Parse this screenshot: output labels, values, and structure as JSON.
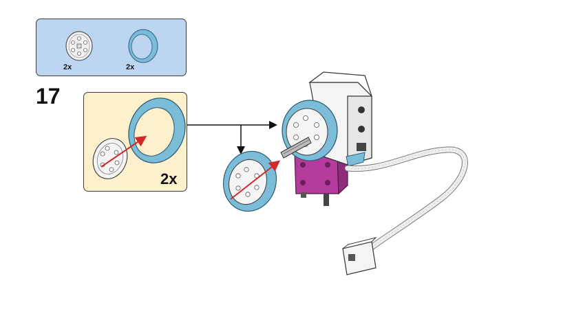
{
  "step": {
    "number": "17"
  },
  "parts_list": [
    {
      "part": "wheel-hub-icon",
      "quantity": "2x"
    },
    {
      "part": "tire-ring-icon",
      "quantity": "2x"
    }
  ],
  "submodel": {
    "quantity": "2x"
  },
  "colors": {
    "parts_box_bg": "#bcd6f2",
    "submodel_box_bg": "#fdf0cc",
    "tire": "#7bbcd8",
    "motor_body": "#f4f4f4",
    "motor_base": "#b43c9c",
    "arrow_red": "#d02a2a",
    "cable": "#e8e8e8"
  }
}
